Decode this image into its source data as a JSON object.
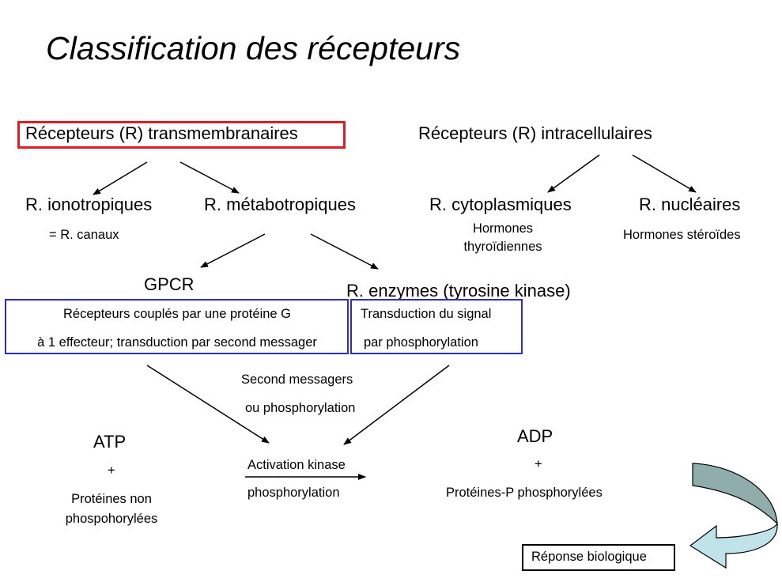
{
  "title": "Classification des récepteurs",
  "transmembrane": {
    "label": "Récepteurs (R) transmembranaires",
    "ionotropic": {
      "label": "R. ionotropiques",
      "note": "= R. canaux"
    },
    "metabotropic": {
      "label": "R. métabotropiques"
    },
    "gpcr": {
      "label": "GPCR",
      "desc_line1": "Récepteurs couplés par une protéine G",
      "desc_line2": "à 1 effecteur; transduction par second messager"
    },
    "enzymes": {
      "label": "R. enzymes (tyrosine kinase)",
      "desc_line1": "Transduction du signal",
      "desc_line2": "par phosphorylation"
    }
  },
  "intracellular": {
    "label": "Récepteurs (R) intracellulaires",
    "cytoplasmic": {
      "label": "R. cytoplasmiques",
      "note_line1": "Hormones",
      "note_line2": "thyroïdiennes"
    },
    "nuclear": {
      "label": "R. nucléaires",
      "note": "Hormones stéroïdes"
    }
  },
  "pathway": {
    "second_messengers_line1": "Second messagers",
    "second_messengers_line2": "ou phosphorylation",
    "atp": "ATP",
    "plus_left": "+",
    "proteins_line1": "Protéines non",
    "proteins_line2": "phospohorylées",
    "activation": "Activation kinase",
    "phosphorylation": "phosphorylation",
    "adp": "ADP",
    "plus_right": "+",
    "proteins_p": "Protéines-P phosphorylées",
    "response": "Réponse biologique"
  },
  "colors": {
    "highlight_red": "#e01b24",
    "box_blue": "#2b2bd0",
    "arrow_dark": "#8fadab",
    "arrow_light": "#bfe3e8"
  }
}
